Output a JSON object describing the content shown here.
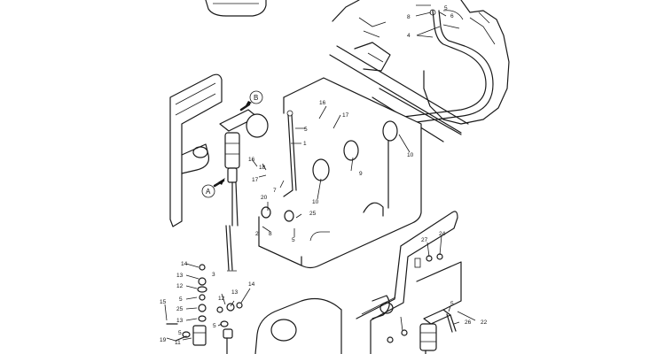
{
  "callouts": {
    "A": "A",
    "B": "B"
  },
  "labels": {
    "top_8": "8",
    "top_5": "5",
    "top_6": "6",
    "top_4": "4",
    "mid_16": "16",
    "mid_17": "17",
    "mid_5": "5",
    "mid_1": "1",
    "mid_10a": "10",
    "mid_10b": "10",
    "mid_9": "9",
    "mid_16b": "16",
    "mid_18": "18",
    "mid_17b": "17",
    "mid_7": "7",
    "mid_20": "20",
    "mid_25": "25",
    "mid_8": "8",
    "mid_2": "2",
    "mid_5b": "5",
    "mid_3": "3",
    "bl_14": "14",
    "bl_13": "13",
    "bl_12": "12",
    "bl_5": "5",
    "bl_25": "25",
    "bl_13b": "13",
    "bl_15": "15",
    "bl_5b": "5",
    "bl_19": "19",
    "bl_11": "11",
    "bl_12b": "12",
    "bl_13c": "13",
    "bl_14b": "14",
    "bl_5c": "5",
    "br_27": "27",
    "br_24": "24",
    "br_5": "5",
    "br_26": "26",
    "br_22": "22"
  }
}
